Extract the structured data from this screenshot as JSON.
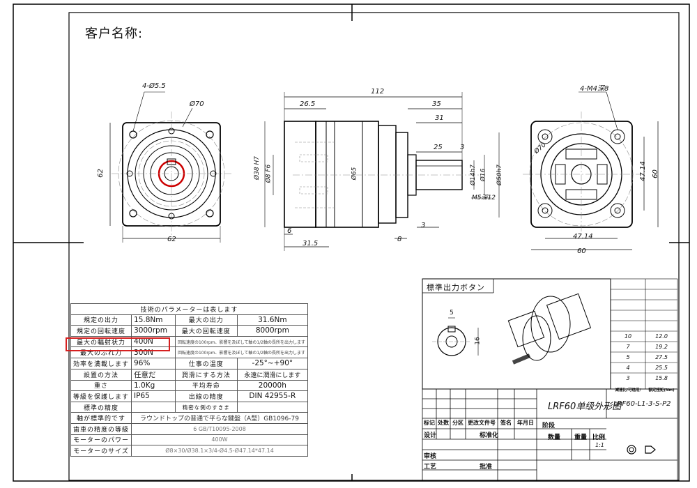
{
  "header": {
    "customer_label": "客户名称:"
  },
  "dimensions": {
    "flange_holes": "4-Ø5.5",
    "pcd": "Ø70",
    "left_height": "62",
    "left_width": "62",
    "total_length": "112",
    "d_265": "26.5",
    "d_35": "35",
    "d_31": "31",
    "d_25": "25",
    "d_3a": "3",
    "d_38h7": "Ø38 H7",
    "d_8f6": "Ø8 F6",
    "d_65": "Ø65",
    "d_14h7": "Ø14h7",
    "d_16": "Ø16",
    "d_50h7": "Ø50h7",
    "m5": "M5深12",
    "d_3b": "3",
    "d_6": "6",
    "d_315": "31.5",
    "d_8": "8",
    "right_holes": "4-M4深8",
    "right_pcd": "Ø70",
    "d_4714v": "47.14",
    "d_60v": "60",
    "d_4714h": "47.14",
    "d_60h": "60"
  },
  "output_button": {
    "title": "標準出力ボタン",
    "dim_5": "5",
    "dim_16": "16"
  },
  "params": {
    "title": "技術のパラメーターは表します",
    "rows": [
      {
        "l1": "規定の出力",
        "v1": "15.8Nm",
        "l2": "最大の出力",
        "v2": "31.6Nm"
      },
      {
        "l1": "規定の回転速度",
        "v1": "3000rpm",
        "l2": "最大の回転速度",
        "v2": "8000rpm"
      },
      {
        "l1": "最大の輻射状力",
        "v1": "400N",
        "note": "回転速度の100rpm、影響を及ぼして軸の1/2軸の長所を出力します"
      },
      {
        "l1": "最大のぶれ力",
        "v1": "300N",
        "note": "回転速度の100rpm、影響を及ぼして軸の1/2軸の長所を出力します"
      },
      {
        "l1": "効率を満載します",
        "v1": "96%",
        "l2": "仕事の温度",
        "v2": "-25°~+90°"
      },
      {
        "l1": "設置の方法",
        "v1": "任意だ",
        "l2": "潤滑にする方法",
        "v2": "永遠に潤滑にします"
      },
      {
        "l1": "重さ",
        "v1": "1.0Kg",
        "l2": "平均寿命",
        "v2": "20000h"
      },
      {
        "l1": "等級を保護します",
        "v1": "IP65",
        "l2": "出線の精度",
        "v2": "DIN 42955-R"
      },
      {
        "l1": "標準の精度",
        "v1": "",
        "l2": "精密な側のすきま",
        "v2": ""
      }
    ],
    "wide_rows": [
      {
        "l": "軸が標準的です",
        "v": "ラウンドトップの普通で平らな鍵盤（A型）GB1096-79"
      },
      {
        "l": "歯車の精度の等級",
        "v": "6 GB/T10095-2008"
      },
      {
        "l": "モーターのパワー",
        "v": "400W"
      },
      {
        "l": "モーターのサイズ",
        "v": "Ø8×30/Ø38.1×3/4-Ø4.5-Ø47.14*47.14"
      }
    ]
  },
  "ratio_table": {
    "rows": [
      {
        "ratio": "10",
        "val": "12.0"
      },
      {
        "ratio": "7",
        "val": "19.2"
      },
      {
        "ratio": "5",
        "val": "27.5"
      },
      {
        "ratio": "4",
        "val": "25.5"
      },
      {
        "ratio": "3",
        "val": "15.8"
      }
    ],
    "h1": "减速比/可选用/",
    "h2": "额定扭矩(Nm)"
  },
  "title_block": {
    "drawing_name": "LRF60单级外形图",
    "drawing_code": "LRF60-L1-3-S-P2",
    "rev_labels": [
      "标记",
      "处数",
      "分区",
      "更改文件号",
      "签名",
      "年月日"
    ],
    "design": "设计",
    "standardize": "标准化",
    "review": "审核",
    "process": "工艺",
    "approve": "批准",
    "stage_mark": "阶段",
    "qty": "数量",
    "weight": "重量",
    "scale": "比例",
    "scale_val": "1:1"
  }
}
